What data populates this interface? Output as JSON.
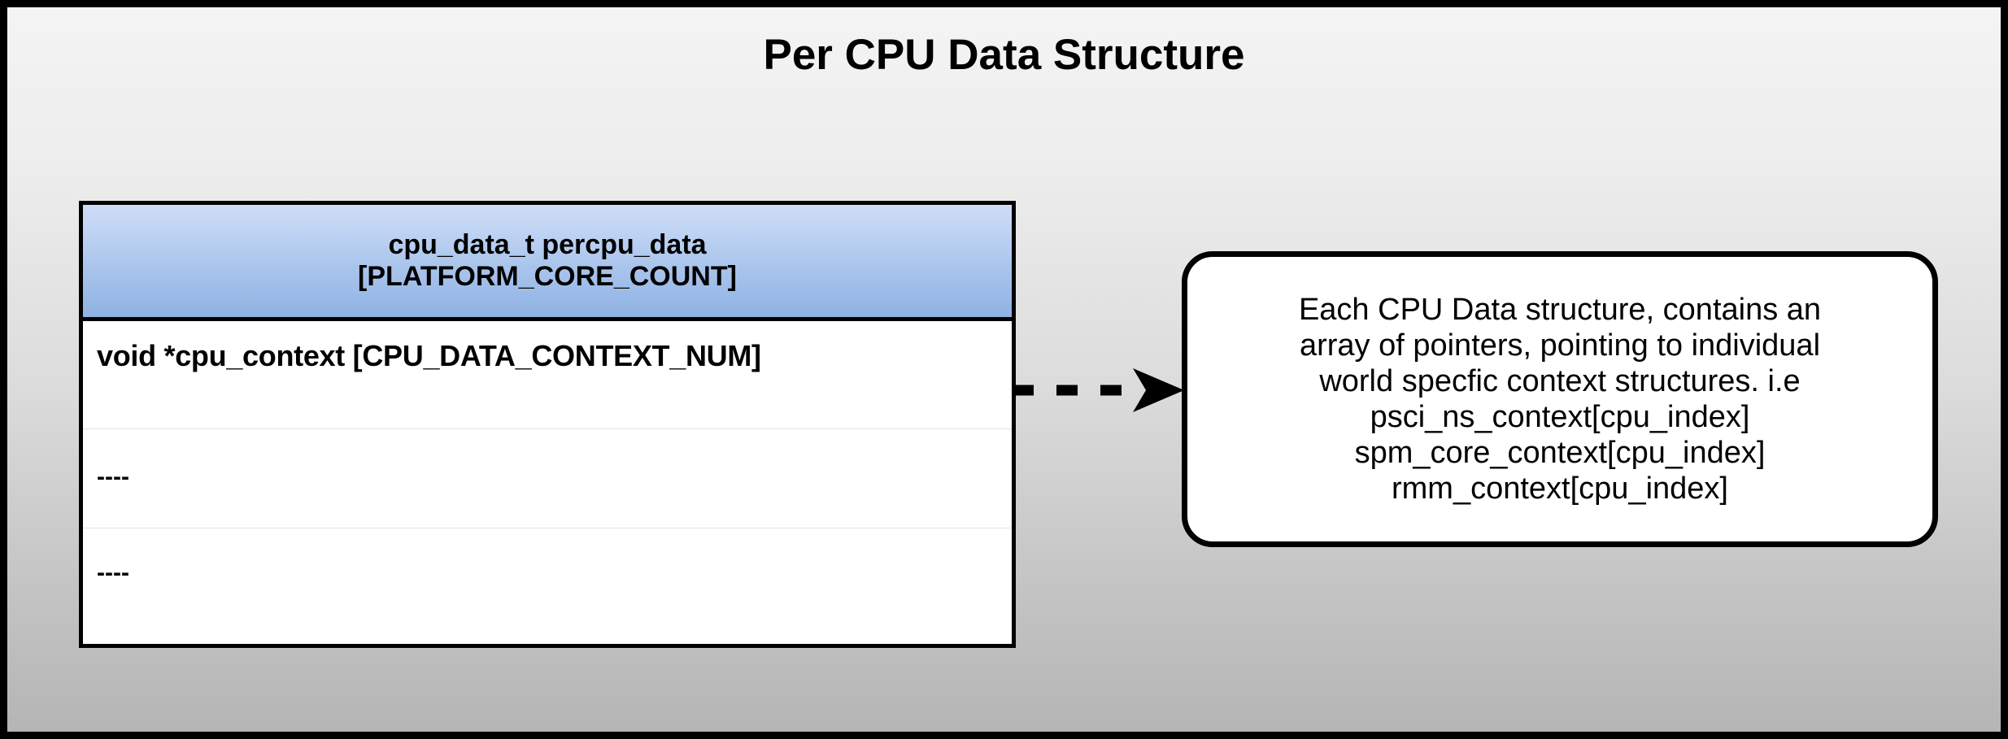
{
  "diagram": {
    "title": "Per CPU Data Structure",
    "background": {
      "gradient_from": "#f4f4f4",
      "gradient_to": "#b5b5b5",
      "border_color": "#000000"
    },
    "struct_table": {
      "header": {
        "line1": "cpu_data_t percpu_data",
        "line2": "[PLATFORM_CORE_COUNT]",
        "gradient_from": "#cfddf7",
        "gradient_to": "#8fb2e3"
      },
      "rows": [
        {
          "text": "void *cpu_context [CPU_DATA_CONTEXT_NUM]"
        },
        {
          "text": "----"
        },
        {
          "text": "----"
        }
      ]
    },
    "connector": {
      "icon": "dashed-arrow-right-icon",
      "style": "dashed",
      "direction": "right",
      "color": "#000000",
      "dash_count": 3
    },
    "callout": {
      "lines": [
        "Each CPU Data structure, contains an",
        "array of pointers, pointing to individual",
        "world specfic context structures. i.e",
        "psci_ns_context[cpu_index]",
        "spm_core_context[cpu_index]",
        "rmm_context[cpu_index]"
      ],
      "border_color": "#000000",
      "fill_color": "#ffffff"
    }
  }
}
